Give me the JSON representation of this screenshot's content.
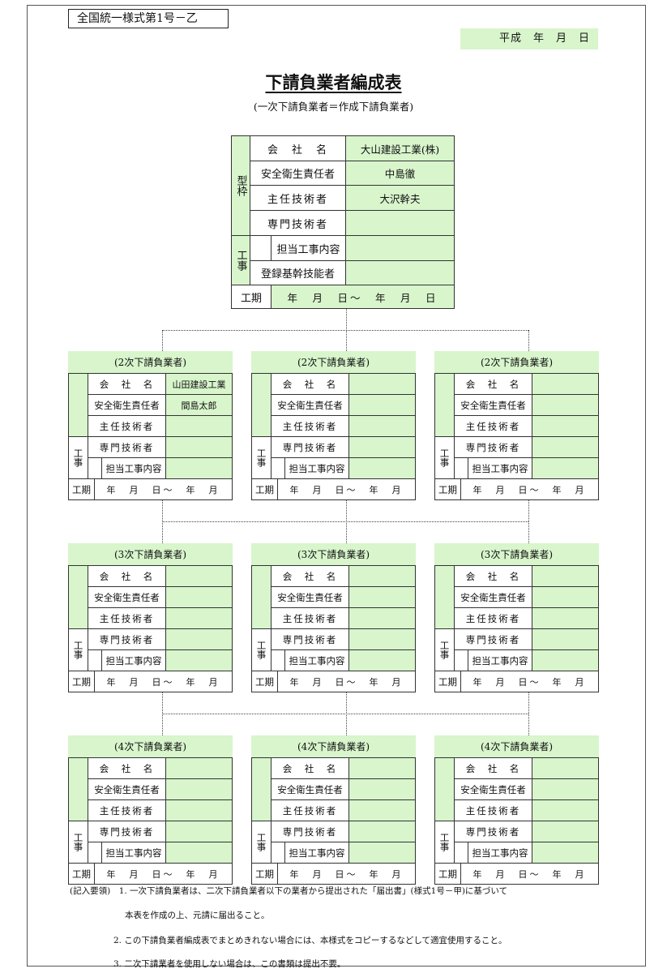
{
  "header": {
    "form_id": "全国統一様式第1号－乙",
    "date_label": "平成　年　月　日"
  },
  "title": "下請負業者編成表",
  "subtitle": "(一次下請負業者＝作成下請負業者)",
  "top_table": {
    "side_label_1": "型枠",
    "side_label_2": "工事",
    "company_label": "会　社　名",
    "company_value": "大山建設工業(株)",
    "safety_label": "安全衛生責任者",
    "safety_value": "中島徹",
    "chief_label": "主任技術者",
    "chief_value": "大沢幹夫",
    "specialist_label": "専門技術者",
    "specialist_value": "",
    "work_label": "担当工事内容",
    "work_value": "",
    "skilled_label": "登録基幹技能者",
    "skilled_value": "",
    "period_label": "工期",
    "period_value": "年　月　日～　年　月　日"
  },
  "sub_tables": [
    {
      "header": "(2次下請負業者)",
      "company_value": "山田建設工業",
      "safety_value": "間島太郎"
    },
    {
      "header": "(2次下請負業者)",
      "company_value": "",
      "safety_value": ""
    },
    {
      "header": "(2次下請負業者)",
      "company_value": "",
      "safety_value": ""
    },
    {
      "header": "(3次下請負業者)",
      "company_value": "",
      "safety_value": ""
    },
    {
      "header": "(3次下請負業者)",
      "company_value": "",
      "safety_value": ""
    },
    {
      "header": "(3次下請負業者)",
      "company_value": "",
      "safety_value": ""
    },
    {
      "header": "(4次下請負業者)",
      "company_value": "",
      "safety_value": ""
    },
    {
      "header": "(4次下請負業者)",
      "company_value": "",
      "safety_value": ""
    },
    {
      "header": "(4次下請負業者)",
      "company_value": "",
      "safety_value": ""
    }
  ],
  "sub_labels": {
    "company": "会　社　名",
    "safety": "安全衛生責任者",
    "chief": "主任技術者",
    "specialist": "専門技術者",
    "work": "担当工事内容",
    "side": "工事",
    "period": "工期",
    "period_value": "年　月　日～　年　月"
  },
  "notes": {
    "line1": "(記入要領)　1. 一次下請負業者は、二次下請負業者以下の業者から提出された「届出書」(様式1号－甲)に基づいて",
    "line2": "本表を作成の上、元請に届出ること。",
    "line3": "2. この下請負業者編成表でまとめきれない場合には、本様式をコピーするなどして適宜使用すること。",
    "line4": "3. 二次下請業者を使用しない場合は、この書類は提出不要。"
  }
}
